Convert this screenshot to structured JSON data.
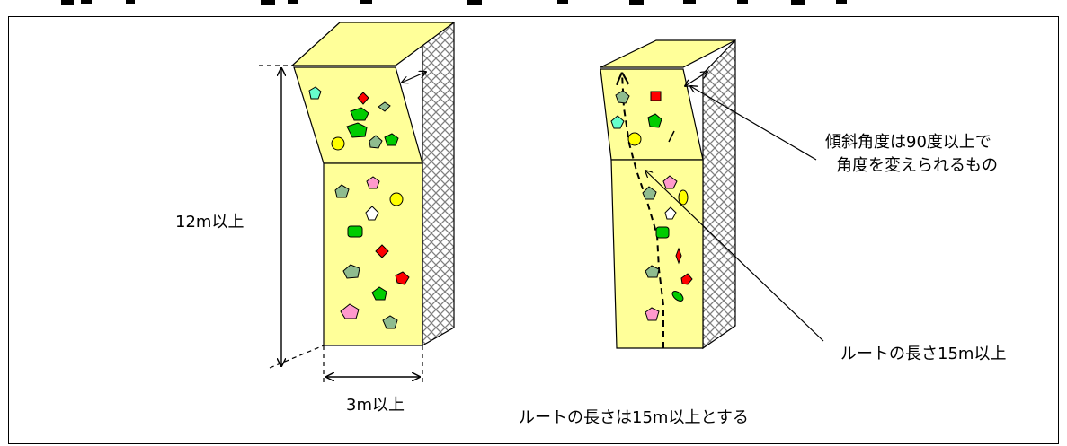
{
  "labels": {
    "height_min": "12m以上",
    "width_min": "3m以上",
    "angle_note_line1": "傾斜角度は90度以上で",
    "angle_note_line2": "角度を変えられるもの",
    "route_length_callout": "ルートの長さ15m以上",
    "route_length_caption": "ルートの長さは15m以上とする"
  },
  "colors": {
    "panel": "#ffff99",
    "outline": "#000000",
    "wall_hatch": "#7f7f7f",
    "hold_red": "#ff0000",
    "hold_green": "#00cc00",
    "hold_sage": "#8fbc8f",
    "hold_pink": "#ff99cc",
    "hold_yellow": "#ffff00",
    "hold_cyan": "#66ffcc",
    "hold_white": "#ffffff"
  }
}
